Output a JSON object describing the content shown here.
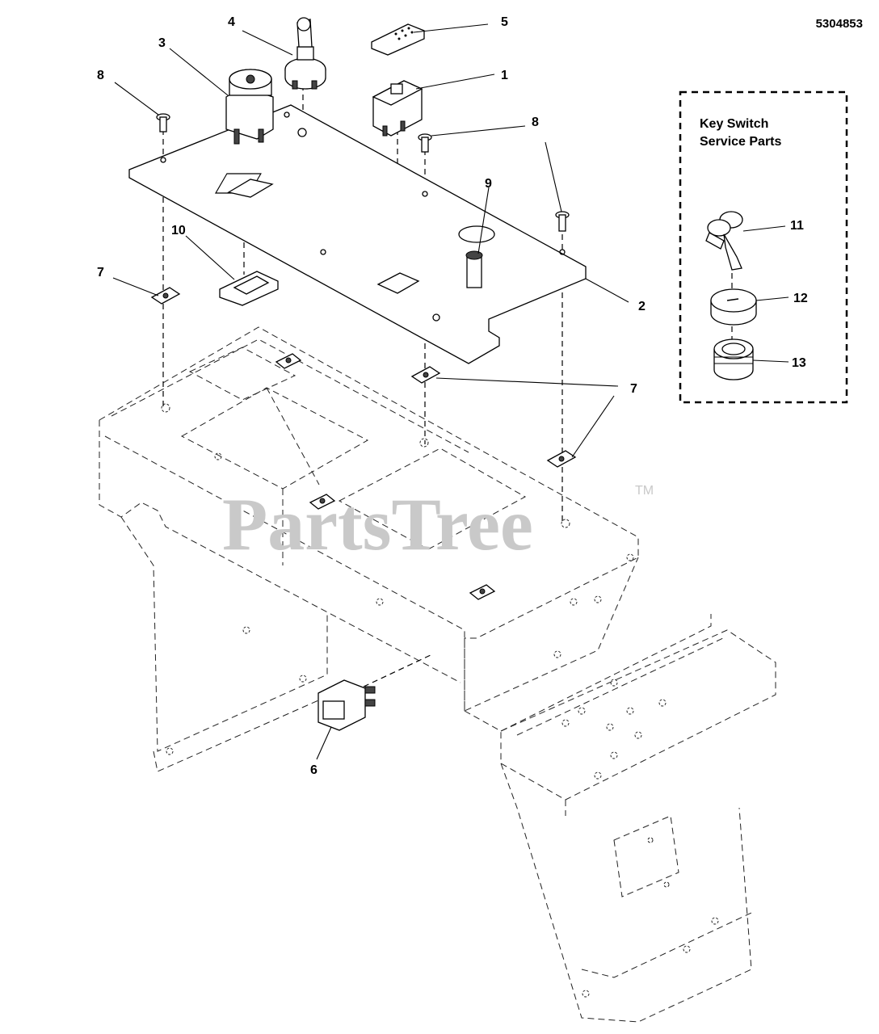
{
  "diagram_number": "5304853",
  "watermark": {
    "text": "PartsTree",
    "trademark": "TM"
  },
  "service_box": {
    "title_line1": "Key Switch",
    "title_line2": "Service Parts"
  },
  "callouts": {
    "c1": "1",
    "c2": "2",
    "c3": "3",
    "c4": "4",
    "c5": "5",
    "c6": "6",
    "c7a": "7",
    "c7b": "7",
    "c8a": "8",
    "c8b": "8",
    "c9": "9",
    "c10": "10",
    "c11": "11",
    "c12": "12",
    "c13": "13"
  }
}
